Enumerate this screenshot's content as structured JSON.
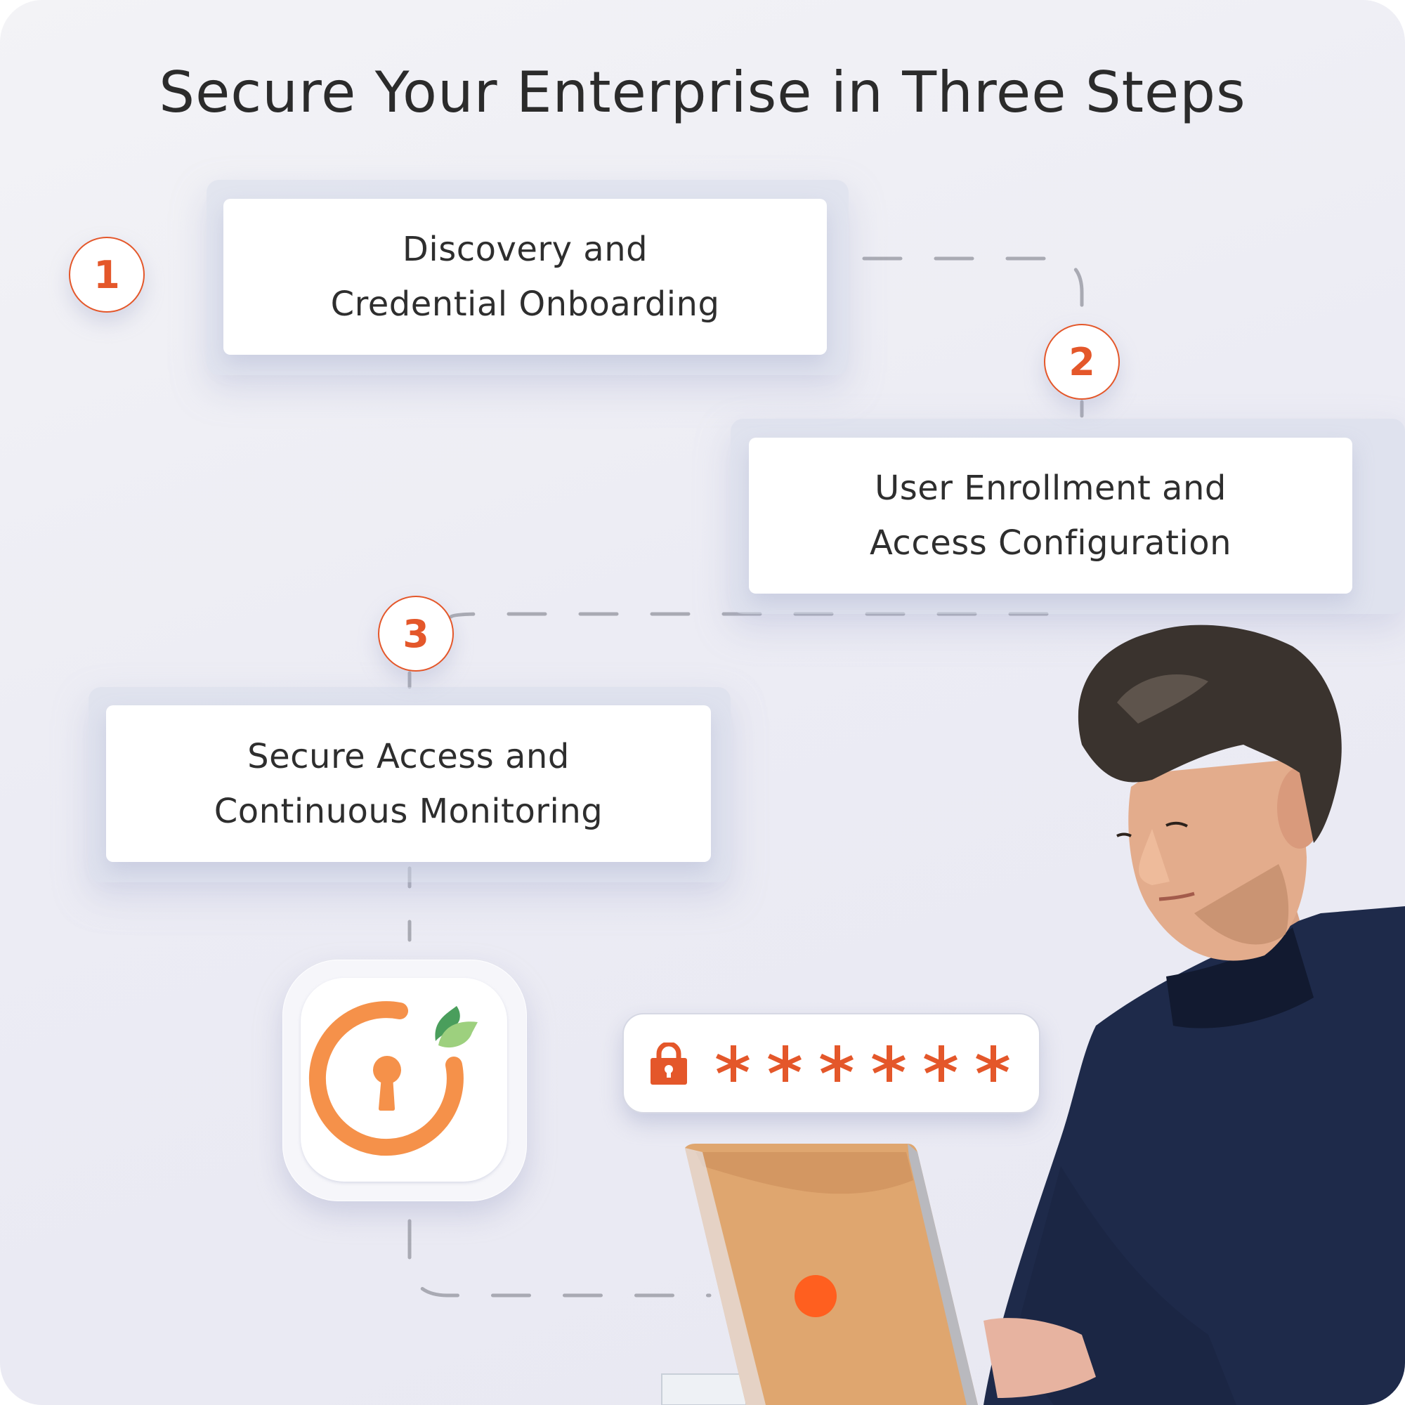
{
  "header": {
    "title": "Secure Your Enterprise in Three Steps"
  },
  "steps": [
    {
      "number": "1",
      "line1": "Discovery and",
      "line2": "Credential Onboarding"
    },
    {
      "number": "2",
      "line1": "User Enrollment and",
      "line2": "Access Configuration"
    },
    {
      "number": "3",
      "line1": "Secure Access and",
      "line2": "Continuous Monitoring"
    }
  ],
  "logo": {
    "icon": "keyhole-ring-leaf-logo",
    "colors": {
      "ring": "#F5914A",
      "leaf_dark": "#4A9E5C",
      "leaf_light": "#9DD07E"
    }
  },
  "password_field": {
    "icon": "lock-icon",
    "mask_chars": [
      "*",
      "*",
      "*",
      "*",
      "*",
      "*"
    ]
  },
  "illustration": {
    "subject": "man-typing-on-laptop",
    "laptop_dot_color": "#FF5F1F"
  },
  "colors": {
    "accent": "#E4572A",
    "text": "#2B2B2B",
    "background": "#EAEAF3",
    "connector": "#A9AAB3"
  }
}
